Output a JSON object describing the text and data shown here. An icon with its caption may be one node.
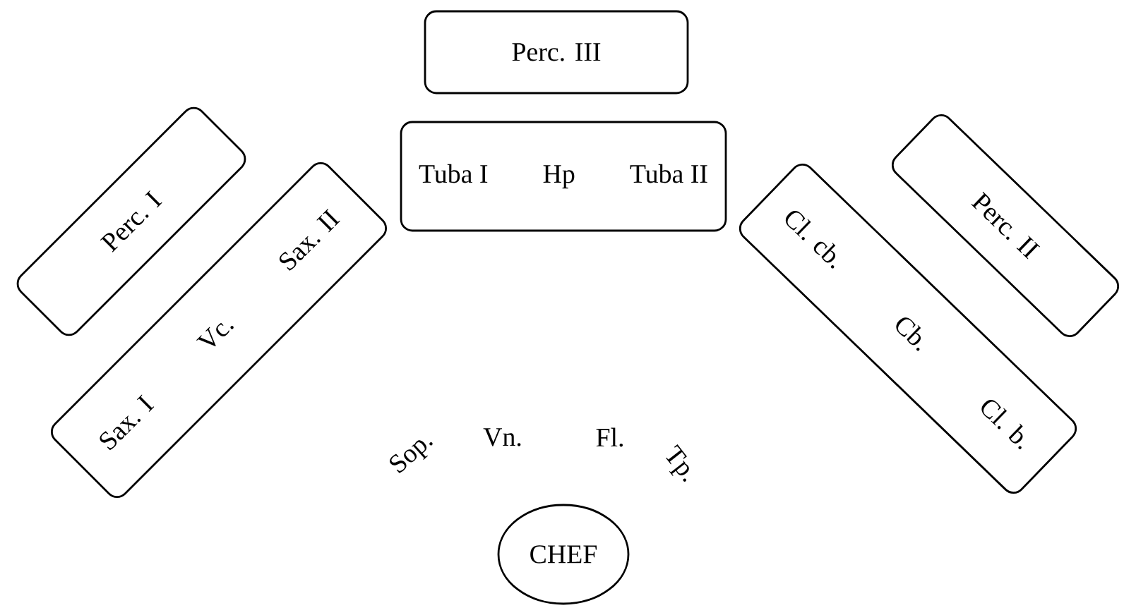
{
  "diagram": {
    "nodes": [
      {
        "text": [
          "Perc. III"
        ]
      },
      {
        "text": [
          "Tuba I",
          "Hp",
          "Tuba II"
        ]
      },
      {
        "text": [
          "Perc. I"
        ]
      },
      {
        "text": [
          "Sax. I",
          "Vc.",
          "Sax. II"
        ]
      },
      {
        "text": [
          "Perc. II"
        ]
      },
      {
        "text": [
          "Cl. cb.",
          "Cb.",
          "Cl. b."
        ]
      },
      {
        "text": [
          "CHEF"
        ]
      }
    ],
    "labels": [
      "Sop.",
      "Vn.",
      "Fl.",
      "Tp."
    ]
  }
}
